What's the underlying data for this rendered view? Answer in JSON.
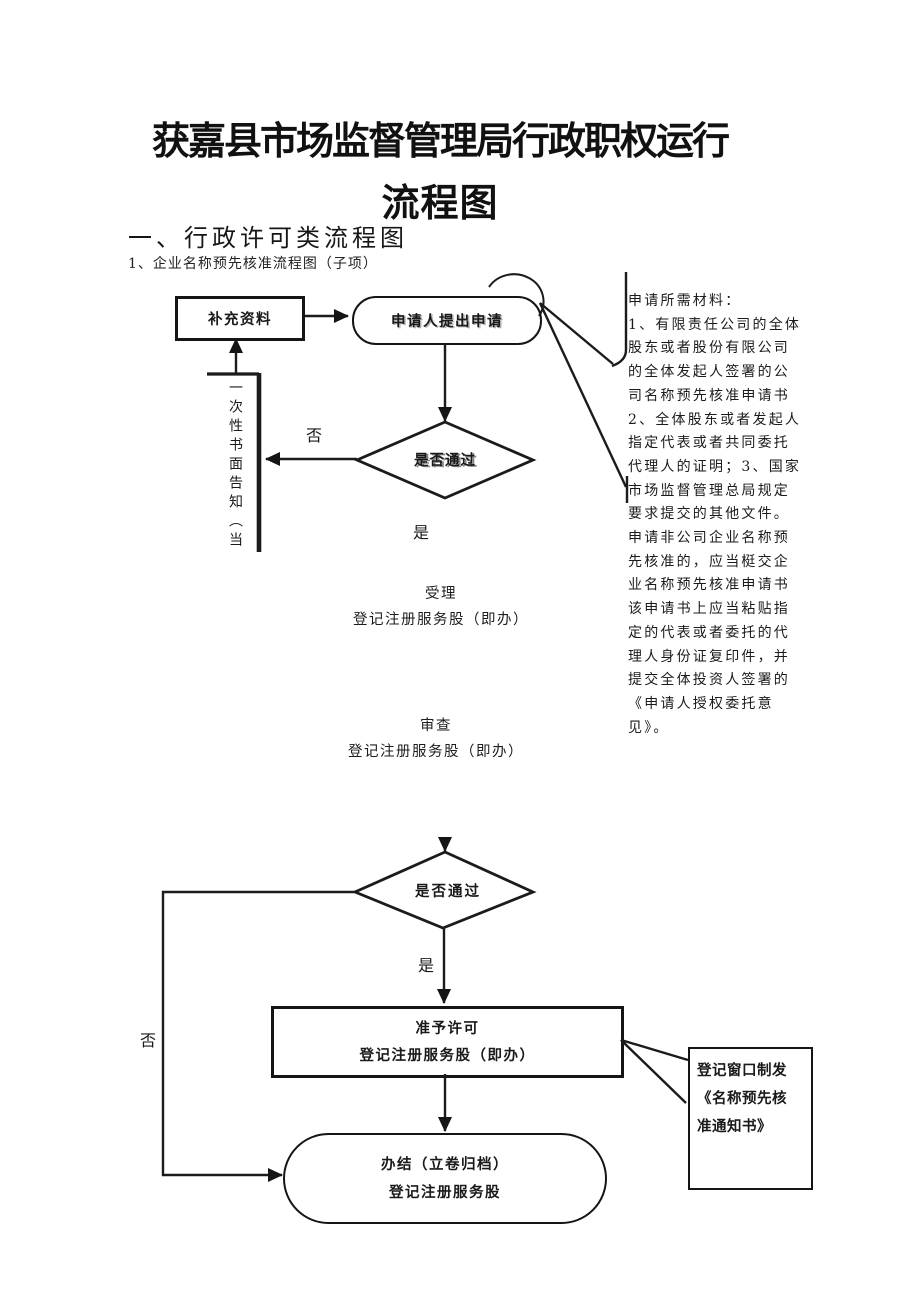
{
  "page": {
    "title_line1": "获嘉县市场监督管理局行政职权运行",
    "title_line2": "流程图",
    "section_heading": "一、行政许可类流程图",
    "subsection_heading": "1、企业名称预先核准流程图（子项）"
  },
  "flowchart": {
    "supplement_label": "补充资料",
    "applicant_label": "申请人提出申请",
    "decision1_label": "是否通过",
    "decision2_label": "是否通过",
    "notice_vertical_label": "一次性书面告知（当",
    "labels": {
      "yes": "是",
      "no": "否"
    },
    "accept": {
      "line1": "受理",
      "line2": "登记注册服务股（即办）"
    },
    "review": {
      "line1": "审查",
      "line2": "登记注册服务股（即办）"
    },
    "approve": {
      "line1": "准予许可",
      "line2": "登记注册服务股（即办）"
    },
    "complete": {
      "line1": "办结（立卷归档）",
      "line2": "登记注册服务股"
    },
    "callout": {
      "line1": "登记窗口制发",
      "line2": "《名称预先核",
      "line3": "准通知书》"
    }
  },
  "materials": {
    "lines": [
      "申请所需材料：",
      "1、有限责任公司的全体",
      "股东或者股份有限公司",
      "的全体发起人签署的公",
      "司名称预先核准申请书",
      "2、全体股东或者发起人",
      "指定代表或者共同委托",
      "代理人的证明；3、国家",
      "市场监督管理总局规定",
      "要求提交的其他文件。",
      "申请非公司企业名称预",
      "先核准的，应当梃交企",
      "业名称预先核准申请书",
      "该申请书上应当粘贴指",
      "定的代表或者委托的代",
      "理人身份证复印件，并",
      "提交全体投资人签署的",
      "《申请人授权委托意",
      "见》。"
    ]
  }
}
